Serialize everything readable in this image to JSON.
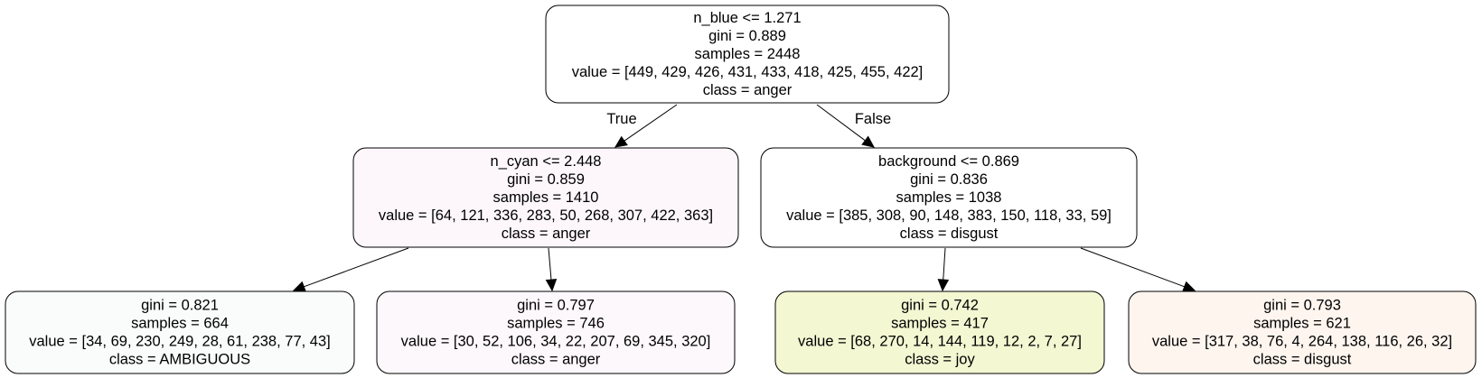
{
  "tree": {
    "nodes": [
      {
        "id": "root",
        "fill": "#ffffff",
        "lines": [
          "n_blue <= 1.271",
          "gini = 0.889",
          "samples = 2448",
          "value = [449, 429, 426, 431, 433, 418, 425, 455, 422]",
          "class = anger"
        ]
      },
      {
        "id": "left",
        "fill": "#fdf7fb",
        "lines": [
          "n_cyan <= 2.448",
          "gini = 0.859",
          "samples = 1410",
          "value = [64, 121, 336, 283, 50, 268, 307, 422, 363]",
          "class = anger"
        ]
      },
      {
        "id": "right",
        "fill": "#ffffff",
        "lines": [
          "background <= 0.869",
          "gini = 0.836",
          "samples = 1038",
          "value = [385, 308, 90, 148, 383, 150, 118, 33, 59]",
          "class = disgust"
        ]
      },
      {
        "id": "leaf-ambiguous",
        "fill": "#fafcfb",
        "lines": [
          "gini = 0.821",
          "samples = 664",
          "value = [34, 69, 230, 249, 28, 61, 238, 77, 43]",
          "class = AMBIGUOUS"
        ]
      },
      {
        "id": "leaf-anger",
        "fill": "#fdf8fb",
        "lines": [
          "gini = 0.797",
          "samples = 746",
          "value = [30, 52, 106, 34, 22, 207, 69, 345, 320]",
          "class = anger"
        ]
      },
      {
        "id": "leaf-joy",
        "fill": "#f3f7d2",
        "lines": [
          "gini = 0.742",
          "samples = 417",
          "value = [68, 270, 14, 144, 119, 12, 2, 7, 27]",
          "class = joy"
        ]
      },
      {
        "id": "leaf-disgust",
        "fill": "#fef5ef",
        "lines": [
          "gini = 0.793",
          "samples = 621",
          "value = [317, 38, 76, 4, 264, 138, 116, 26, 32]",
          "class = disgust"
        ]
      }
    ],
    "edges": [
      {
        "from": "root",
        "to": "left",
        "label": "True"
      },
      {
        "from": "root",
        "to": "right",
        "label": "False"
      },
      {
        "from": "left",
        "to": "leaf-ambiguous",
        "label": ""
      },
      {
        "from": "left",
        "to": "leaf-anger",
        "label": ""
      },
      {
        "from": "right",
        "to": "leaf-joy",
        "label": ""
      },
      {
        "from": "right",
        "to": "leaf-disgust",
        "label": ""
      }
    ]
  }
}
